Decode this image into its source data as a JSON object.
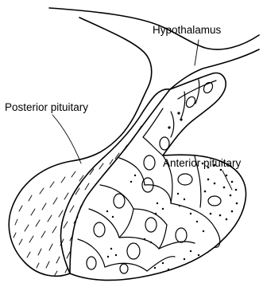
{
  "labels": {
    "hypothalamus": "Hypothalamus",
    "posterior": "Posterior pituitary",
    "anterior": "Anterior pituitary"
  }
}
